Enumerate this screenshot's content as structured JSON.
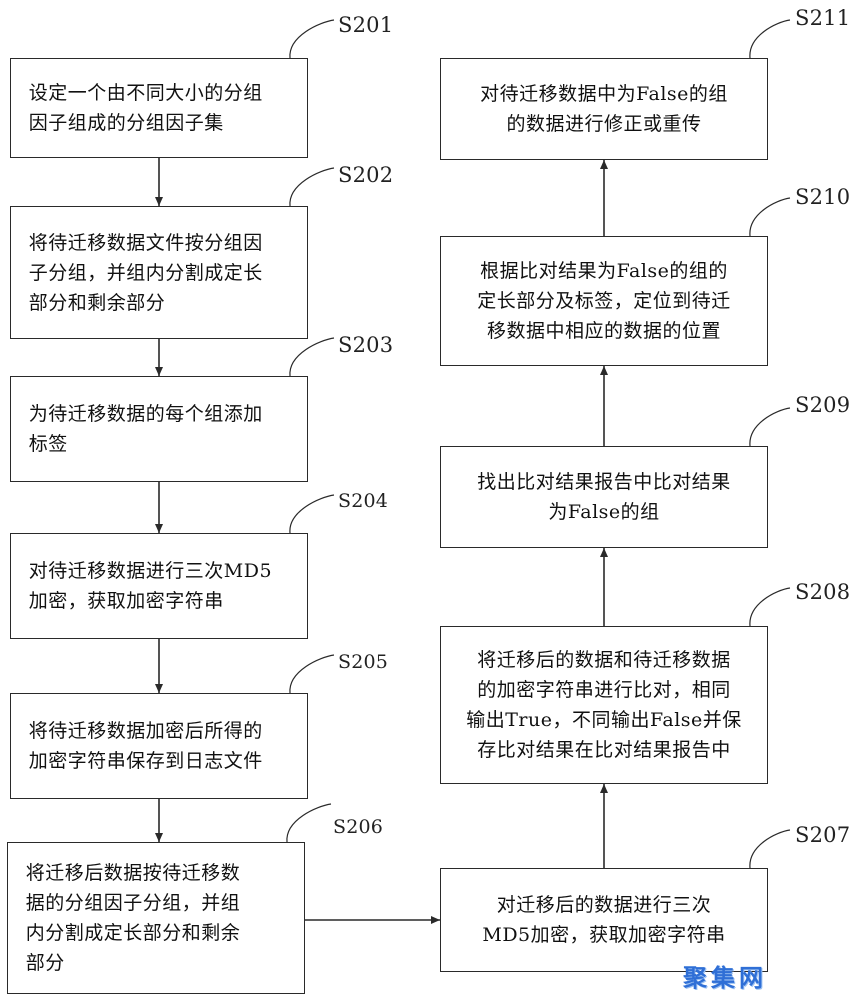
{
  "flowchart": {
    "steps": [
      {
        "id": "S201",
        "label": "S201",
        "text": "设定一个由不同大小的分组\n因子组成的分组因子集"
      },
      {
        "id": "S202",
        "label": "S202",
        "text": "将待迁移数据文件按分组因\n子分组，并组内分割成定长\n部分和剩余部分"
      },
      {
        "id": "S203",
        "label": "S203",
        "text": "为待迁移数据的每个组添加\n标签"
      },
      {
        "id": "S204",
        "label": "S204",
        "text": "对待迁移数据进行三次MD5\n加密，获取加密字符串"
      },
      {
        "id": "S205",
        "label": "S205",
        "text": "将待迁移数据加密后所得的\n加密字符串保存到日志文件"
      },
      {
        "id": "S206",
        "label": "S206",
        "text": "将迁移后数据按待迁移数\n据的分组因子分组，并组\n内分割成定长部分和剩余\n部分"
      },
      {
        "id": "S207",
        "label": "S207",
        "text": "对迁移后的数据进行三次\nMD5加密，获取加密字符串"
      },
      {
        "id": "S208",
        "label": "S208",
        "text": "将迁移后的数据和待迁移数据\n的加密字符串进行比对，相同\n输出True，不同输出False并保\n存比对结果在比对结果报告中"
      },
      {
        "id": "S209",
        "label": "S209",
        "text": "找出比对结果报告中比对结果\n为False的组"
      },
      {
        "id": "S210",
        "label": "S210",
        "text": "根据比对结果为False的组的\n定长部分及标签，定位到待迁\n移数据中相应的数据的位置"
      },
      {
        "id": "S211",
        "label": "S211",
        "text": "对待迁移数据中为False的组\n的数据进行修正或重传"
      }
    ],
    "edges": [
      [
        "S201",
        "S202"
      ],
      [
        "S202",
        "S203"
      ],
      [
        "S203",
        "S204"
      ],
      [
        "S204",
        "S205"
      ],
      [
        "S205",
        "S206"
      ],
      [
        "S206",
        "S207"
      ],
      [
        "S207",
        "S208"
      ],
      [
        "S208",
        "S209"
      ],
      [
        "S209",
        "S210"
      ],
      [
        "S210",
        "S211"
      ]
    ]
  },
  "watermark": {
    "text": "聚集网"
  },
  "colors": {
    "line": "#2a2a2a",
    "text": "#111111",
    "watermark": "#2f6fd6"
  }
}
